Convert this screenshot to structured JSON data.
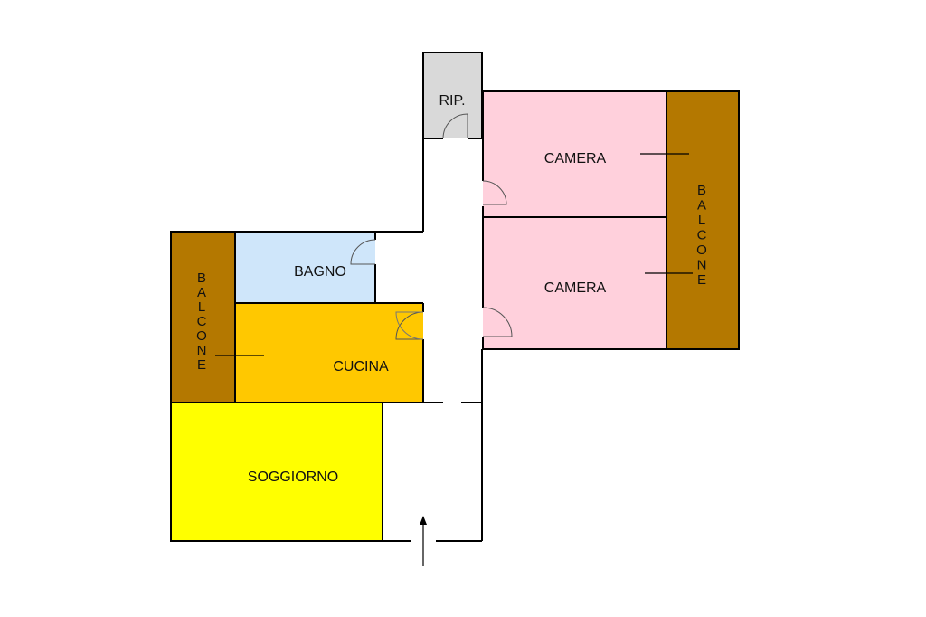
{
  "rooms": {
    "ripostiglio": {
      "label": "RIP.",
      "color": "#d9d9d9"
    },
    "camera_top": {
      "label": "CAMERA",
      "color": "#ffd0dc"
    },
    "camera_bottom": {
      "label": "CAMERA",
      "color": "#ffd0dc"
    },
    "balcone_right": {
      "label": "BALCONE",
      "color": "#b47800"
    },
    "balcone_left": {
      "label": "BALCONE",
      "color": "#b47800"
    },
    "bagno": {
      "label": "BAGNO",
      "color": "#cfe6fa"
    },
    "cucina": {
      "label": "CUCINA",
      "color": "#ffc800"
    },
    "soggiorno": {
      "label": "SOGGIORNO",
      "color": "#ffff00"
    }
  },
  "colors": {
    "wall": "#000000",
    "background": "#ffffff"
  }
}
